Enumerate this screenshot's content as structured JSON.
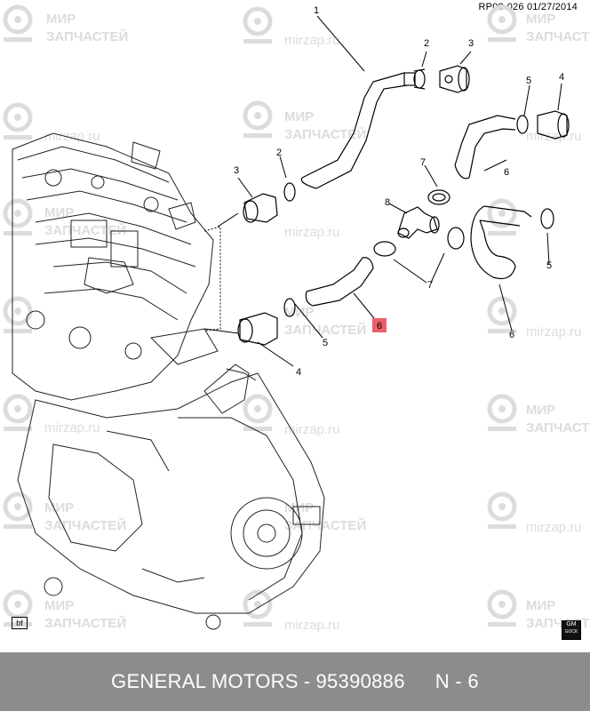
{
  "header": {
    "ref_code": "RP08-026",
    "date": "01/27/2014"
  },
  "watermark": {
    "line1": "МИР",
    "line2": "ЗАПЧАСТЕЙ",
    "site": "mirzap.ru"
  },
  "callouts": {
    "c1": "1",
    "c2a": "2",
    "c2b": "2",
    "c3a": "3",
    "c3b": "3",
    "c4a": "4",
    "c4b": "4",
    "c5a": "5",
    "c5b": "5",
    "c5c": "5",
    "c6a": "6",
    "c6b": "6",
    "c6hl": "6",
    "c7a": "7",
    "c7b": "7",
    "c8": "8"
  },
  "badges": {
    "bf": "bf",
    "gm_top": "GM",
    "gm_bottom": "GOCK"
  },
  "footer": {
    "brand": "GENERAL MOTORS",
    "dash": "-",
    "part_number": "95390886",
    "page": "N - 6"
  },
  "colors": {
    "highlight": "#ee5e6a",
    "footer_bg": "#8c8c8c",
    "watermark": "#dcdcdc"
  }
}
